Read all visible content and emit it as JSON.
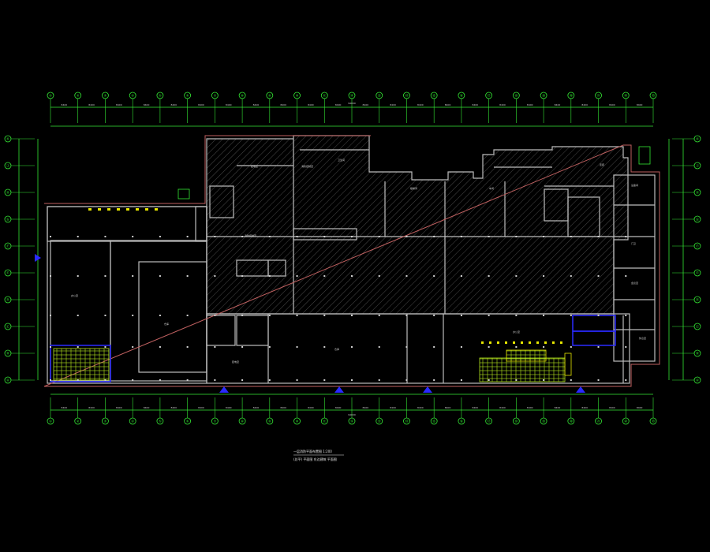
{
  "drawing": {
    "title": "一层消防平面布置图 1:200",
    "subtitle": "(总平)  平面图  东边建筑  平面图",
    "overall_dimension_top": "94000",
    "overall_dimension_bottom": "94000"
  },
  "axes": {
    "columns": [
      "①",
      "②",
      "③",
      "④",
      "⑤",
      "⑥",
      "⑦",
      "⑧",
      "⑨",
      "⑩",
      "⑪",
      "⑫",
      "⑬",
      "⑭",
      "⑮",
      "⑯",
      "⑰",
      "⑱",
      "⑲",
      "⑳",
      "㉑",
      "㉒",
      "㉓"
    ],
    "rows": [
      "Ⓐ",
      "Ⓑ",
      "Ⓒ",
      "Ⓓ",
      "Ⓔ",
      "Ⓕ",
      "Ⓖ",
      "Ⓗ",
      "Ⓙ",
      "Ⓚ"
    ],
    "spans_top": [
      "8400",
      "8400",
      "8400",
      "8400",
      "8400",
      "8400",
      "8400",
      "8400",
      "8400",
      "8400",
      "8400",
      "8400",
      "8400",
      "8400",
      "8400",
      "8400",
      "8400",
      "8400",
      "8400",
      "8400",
      "8400",
      "8400"
    ],
    "spans_bottom": [
      "8400",
      "8400",
      "8400",
      "8400",
      "8400",
      "8400",
      "8400",
      "8400",
      "8400",
      "8400",
      "8400",
      "8400",
      "8400",
      "8400",
      "8400",
      "8400",
      "8400",
      "8400",
      "8400",
      "8400",
      "8400",
      "8400"
    ]
  },
  "rooms": [
    {
      "name": "办公室"
    },
    {
      "name": "仓库"
    },
    {
      "name": "配电室"
    },
    {
      "name": "消防控制室"
    },
    {
      "name": "卫生间"
    },
    {
      "name": "楼梯间"
    },
    {
      "name": "车间"
    },
    {
      "name": "走廊"
    },
    {
      "name": "设备间"
    },
    {
      "name": "门卫"
    },
    {
      "name": "会议室"
    },
    {
      "name": "休息室"
    }
  ],
  "colors": {
    "background": "#000000",
    "axis": "#34e834",
    "walls": "#bdbdbd",
    "hatch": "#6e6e6e",
    "accent_blue": "#2a2aff",
    "stair_green": "#b5e61d",
    "yellow": "#e6e600",
    "border_red": "#c06060"
  },
  "icons": {
    "entrance_marker": "blue-triangle-icon",
    "section_marker": "blue-arrow-icon"
  }
}
